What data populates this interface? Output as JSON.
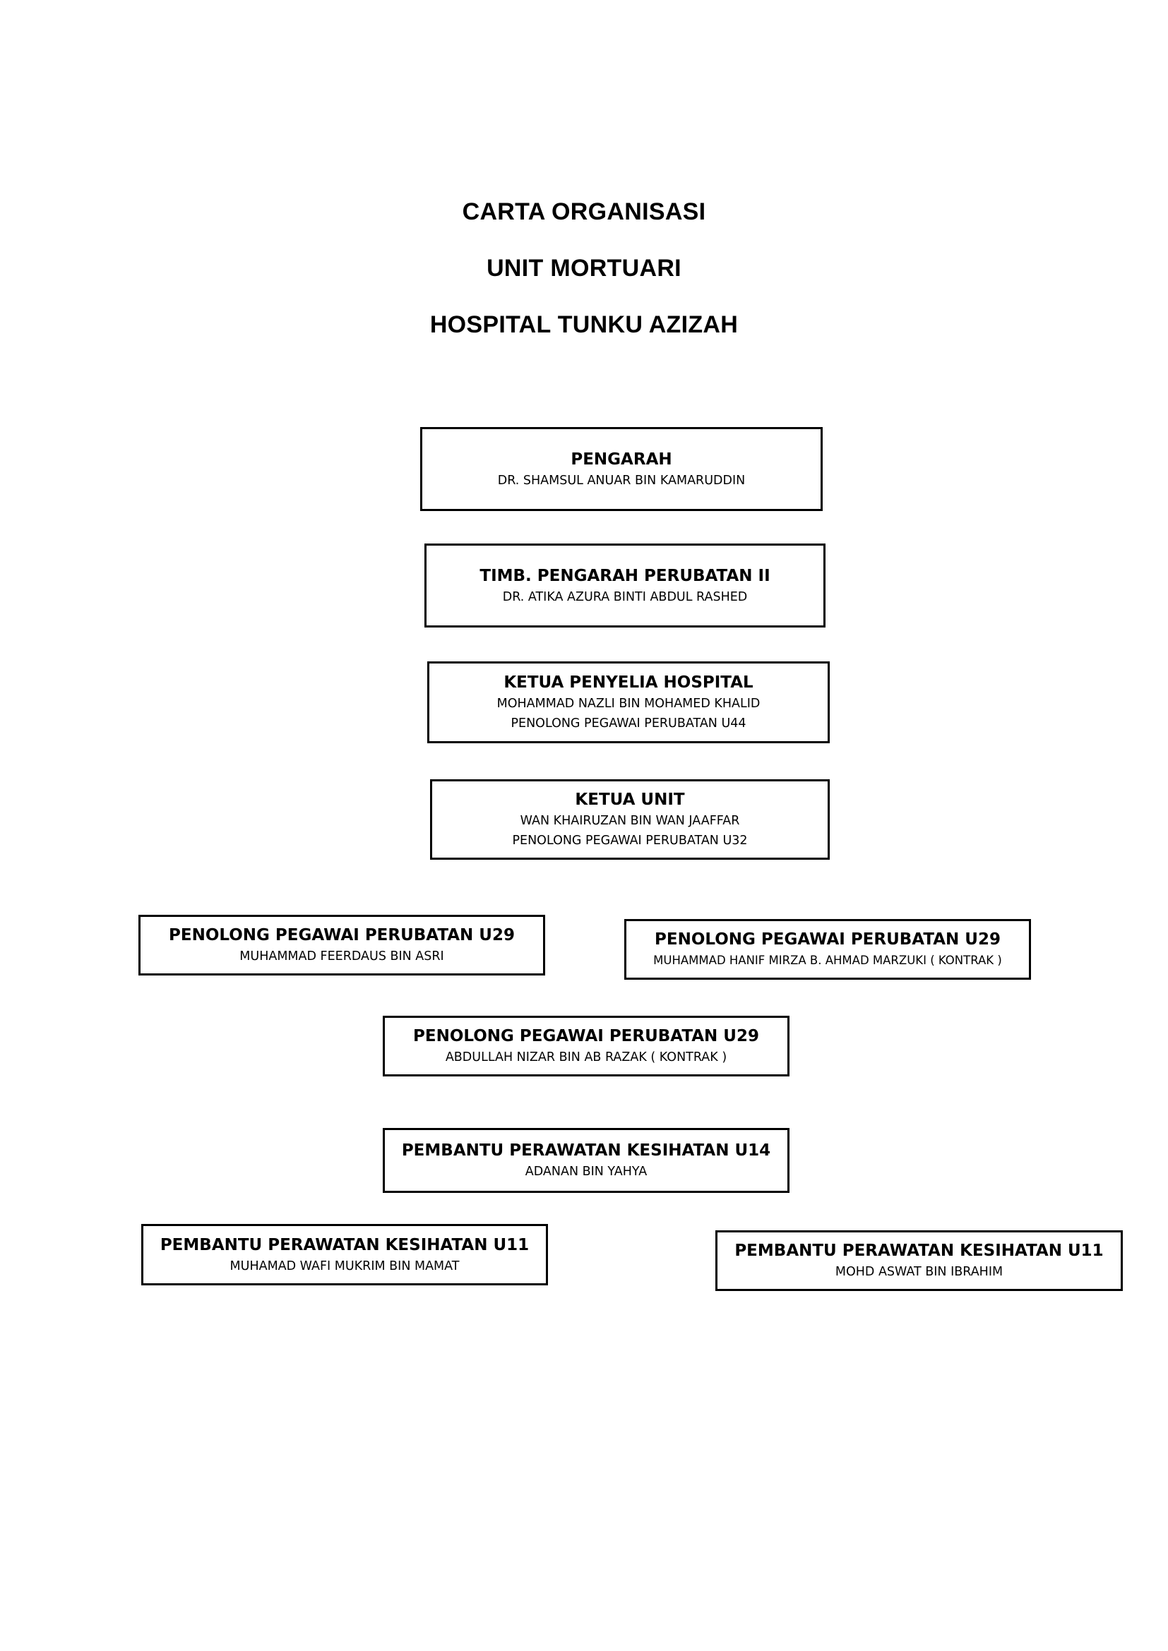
{
  "title": {
    "line1": "CARTA ORGANISASI",
    "line2": "UNIT MORTUARI",
    "line3": "HOSPITAL TUNKU AZIZAH"
  },
  "boxes": {
    "pengarah": {
      "role": "PENGARAH",
      "name": "DR. SHAMSUL ANUAR BIN KAMARUDDIN"
    },
    "timbalan": {
      "role": "TIMB. PENGARAH PERUBATAN II",
      "name": "DR. ATIKA AZURA BINTI ABDUL RASHED"
    },
    "ketua_penyelia": {
      "role": "KETUA PENYELIA HOSPITAL",
      "name": "MOHAMMAD NAZLI BIN MOHAMED KHALID",
      "grade": "PENOLONG PEGAWAI PERUBATAN  U44"
    },
    "ketua_unit": {
      "role": "KETUA UNIT",
      "name": "WAN KHAIRUZAN BIN WAN JAAFFAR",
      "grade": "PENOLONG PEGAWAI PERUBATAN  U32"
    },
    "u29_a": {
      "role": "PENOLONG PEGAWAI PERUBATAN U29",
      "name": "MUHAMMAD FEERDAUS BIN ASRI"
    },
    "u29_b": {
      "role": "PENOLONG PEGAWAI PERUBATAN U29",
      "name": "MUHAMMAD HANIF MIRZA B. AHMAD MARZUKI ( KONTRAK )"
    },
    "u29_c": {
      "role": "PENOLONG PEGAWAI PERUBATAN U29",
      "name": "ABDULLAH NIZAR BIN AB RAZAK ( KONTRAK )"
    },
    "u14": {
      "role": "PEMBANTU PERAWATAN KESIHATAN U14",
      "name": "ADANAN BIN YAHYA"
    },
    "u11_a": {
      "role": "PEMBANTU PERAWATAN KESIHATAN U11",
      "name": "MUHAMAD WAFI MUKRIM BIN MAMAT"
    },
    "u11_b": {
      "role": "PEMBANTU PERAWATAN KESIHATAN U11",
      "name": "MOHD ASWAT BIN IBRAHIM"
    }
  }
}
